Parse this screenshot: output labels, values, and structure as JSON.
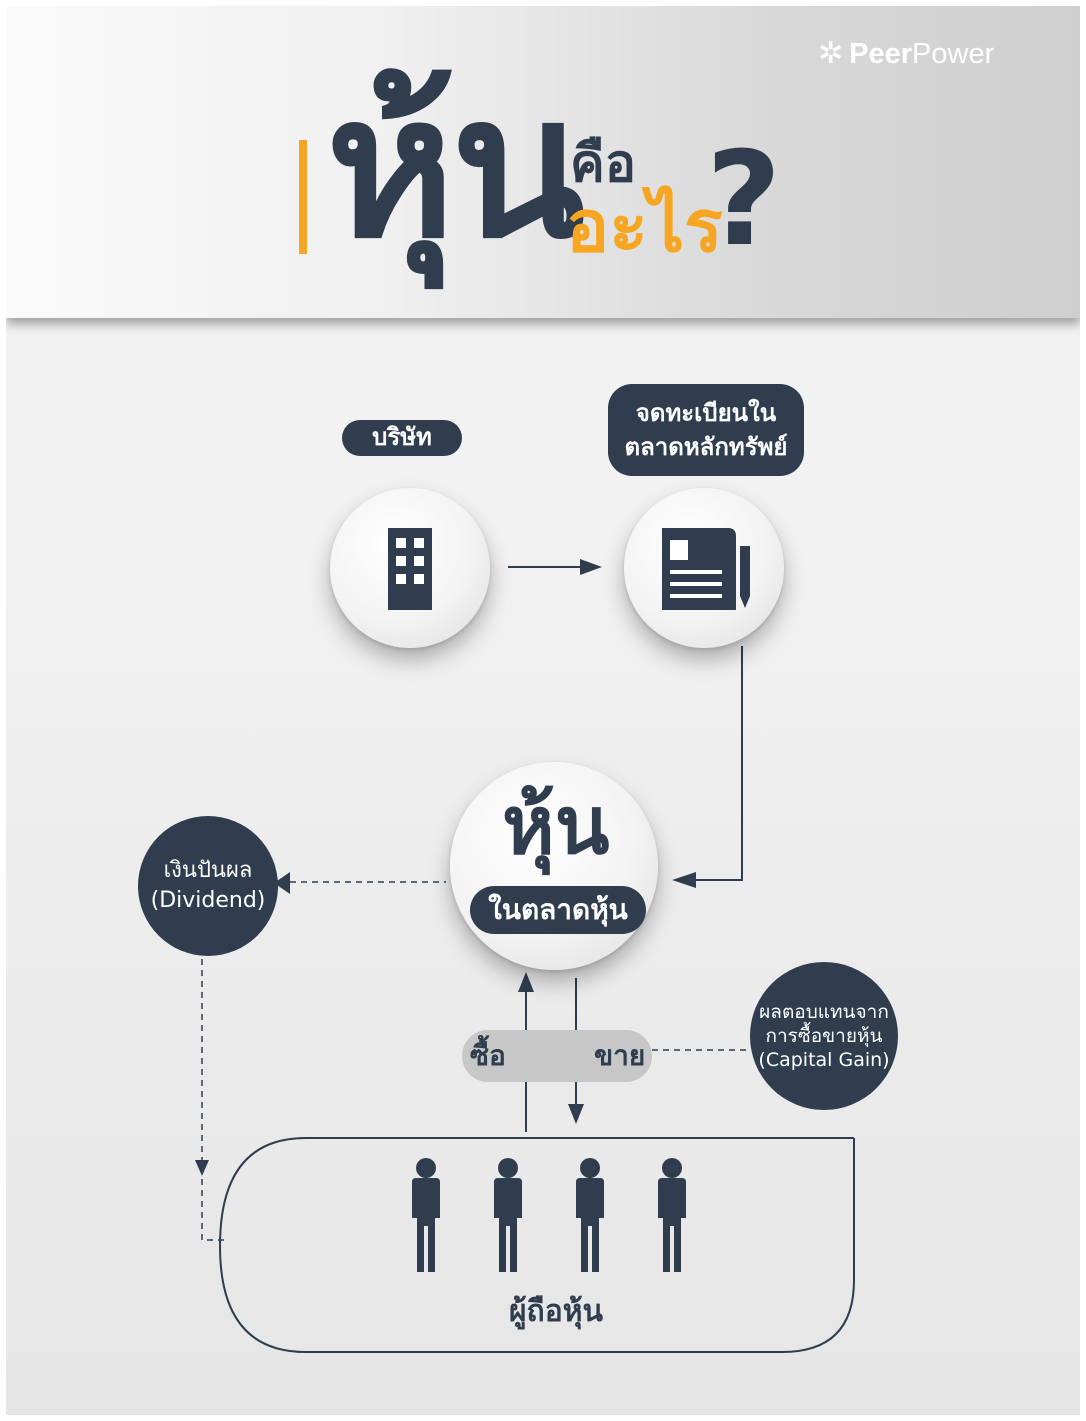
{
  "brand": {
    "name_bold": "Peer",
    "name_light": "Power"
  },
  "title": {
    "main": "หุ้น",
    "small": "คือ",
    "highlight": "อะไร",
    "question": "?"
  },
  "nodes": {
    "company": "บริษัท",
    "listing_line1": "จดทะเบียนใน",
    "listing_line2": "ตลาดหลักทรัพย์",
    "shares": "หุ้น",
    "shares_market": "ในตลาดหุ้น",
    "dividend_line1": "เงินปันผล",
    "dividend_line2": "(Dividend)",
    "buy": "ซื้อ",
    "sell": "ขาย",
    "gain_line1": "ผลตอบแทนจาก",
    "gain_line2": "การซื้อขายหุ้น",
    "gain_line3": "(Capital Gain)",
    "holders": "ผู้ถือหุ้น"
  },
  "icons": [
    "building-icon",
    "document-icon",
    "person-icon"
  ],
  "colors": {
    "navy": "#2f3d4e",
    "orange": "#f6a623",
    "pill_gray": "#c7c7c7"
  }
}
